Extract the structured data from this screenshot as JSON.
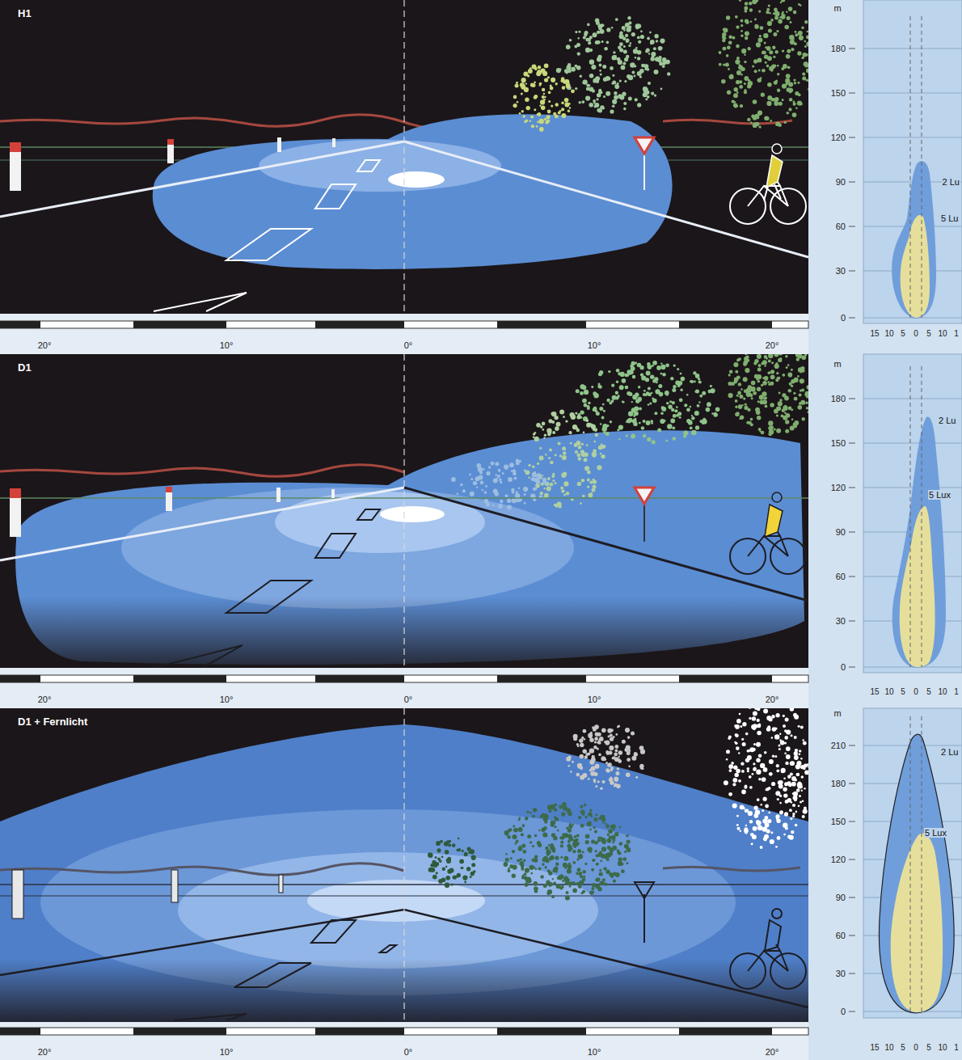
{
  "diagram": {
    "labels": [
      "H1",
      "20°",
      "10°",
      "0°",
      "10°",
      "20°",
      "m",
      "180",
      "150",
      "120",
      "90",
      "60",
      "30",
      "0",
      "2 Lu",
      "5 Lu",
      "15",
      "10",
      "5",
      "0",
      "5",
      "10",
      "1",
      "D1",
      "20°",
      "10°",
      "0°",
      "10°",
      "20°",
      "m",
      "180",
      "150",
      "120",
      "90",
      "60",
      "30",
      "0",
      "2 Lu",
      "5 Lux",
      "15",
      "10",
      "5",
      "0",
      "5",
      "10",
      "1",
      "D1 + Fernlicht",
      "20°",
      "10°",
      "0°",
      "10°",
      "20°",
      "m",
      "210",
      "180",
      "150",
      "120",
      "90",
      "60",
      "30",
      "0",
      "2 Lu",
      "5 Lux",
      "15",
      "10",
      "5",
      "0",
      "5",
      "10",
      "1"
    ]
  }
}
